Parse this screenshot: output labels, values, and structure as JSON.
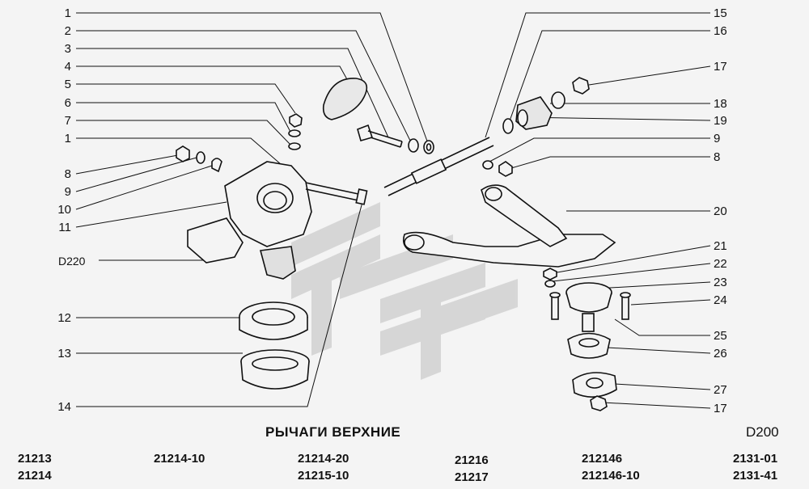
{
  "title": "РЫЧАГИ ВЕРХНИЕ",
  "page_code": "D200",
  "left_callouts": [
    "1",
    "2",
    "3",
    "4",
    "5",
    "6",
    "7",
    "1",
    "8",
    "9",
    "10",
    "11",
    "D220",
    "12",
    "13",
    "14"
  ],
  "right_callouts": [
    "15",
    "16",
    "17",
    "18",
    "19",
    "9",
    "8",
    "20",
    "21",
    "22",
    "23",
    "24",
    "25",
    "26",
    "27",
    "17"
  ],
  "models": [
    [
      "21213",
      "21214"
    ],
    [
      "21214-10"
    ],
    [
      "21214-20",
      "21215-10"
    ],
    [
      "21216",
      "21217"
    ],
    [
      "212146",
      "212146-10"
    ],
    [
      "2131-01",
      "2131-41"
    ]
  ],
  "colors": {
    "ink": "#111111",
    "background": "#f4f4f4",
    "watermark": "#c9c9c9"
  }
}
